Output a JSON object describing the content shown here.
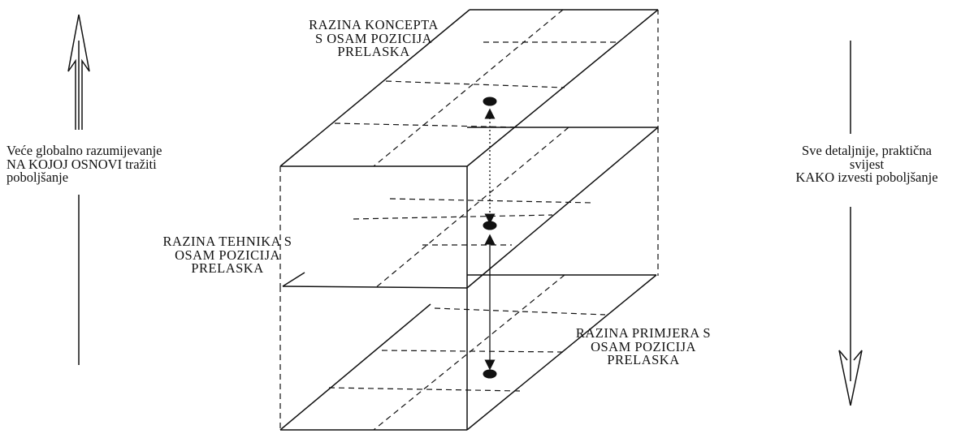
{
  "left_label": {
    "line1": "Veće globalno razumijevanje",
    "line2": "NA KOJOJ OSNOVI tražiti",
    "line3": "poboljšanje"
  },
  "right_label": {
    "line1": "Sve detaljnije, praktična",
    "line2": "svijest",
    "line3": "KAKO izvesti poboljšanje"
  },
  "level_concept": {
    "line1": "RAZINA KONCEPTA",
    "line2": "S OSAM POZICIJA",
    "line3": "PRELASKA"
  },
  "level_technique": {
    "line1": "RAZINA TEHNIKA S",
    "line2": "OSAM POZICIJA",
    "line3": "PRELASKA"
  },
  "level_example": {
    "line1": "RAZINA PRIMJERA S",
    "line2": "OSAM POZICIJA",
    "line3": "PRELASKA"
  },
  "colors": {
    "ink": "#111111",
    "background": "#ffffff"
  }
}
